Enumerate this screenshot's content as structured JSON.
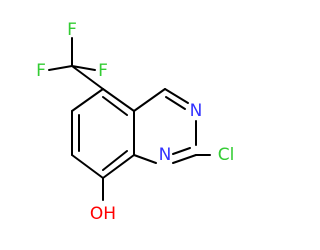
{
  "molecule": {
    "colors": {
      "bond": "#000000",
      "F": "#33cc33",
      "Cl": "#33cc33",
      "N": "#3333ff",
      "O": "#ff0000"
    },
    "labels": {
      "F_top": "F",
      "F_left": "F",
      "F_right": "F",
      "N_top": "N",
      "N_bottom": "N",
      "Cl": "Cl",
      "OH": "OH"
    }
  }
}
